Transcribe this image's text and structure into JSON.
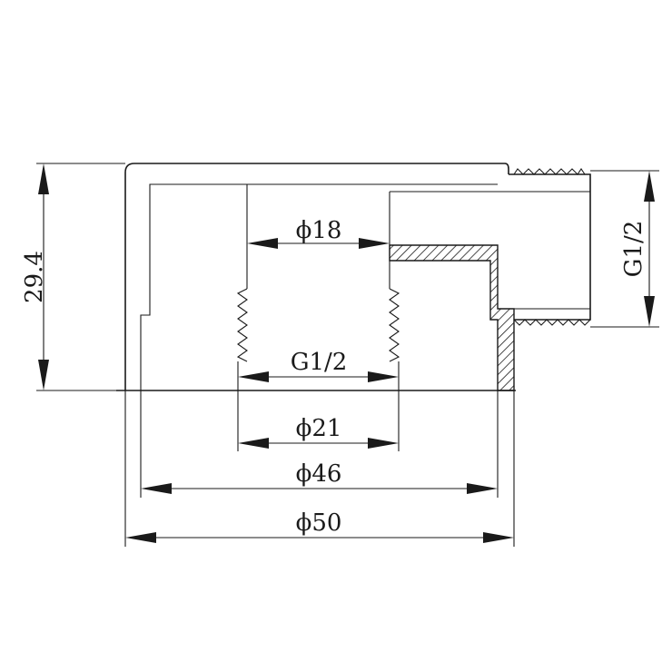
{
  "labels": {
    "height": "29.4",
    "bore_diameter": "ϕ18",
    "inner_thread": "G1/2",
    "outer_thread": "G1/2",
    "d21": "ϕ21",
    "d46": "ϕ46",
    "d50": "ϕ50"
  },
  "colors": {
    "line": "#1a1a1a",
    "background": "#ffffff"
  }
}
